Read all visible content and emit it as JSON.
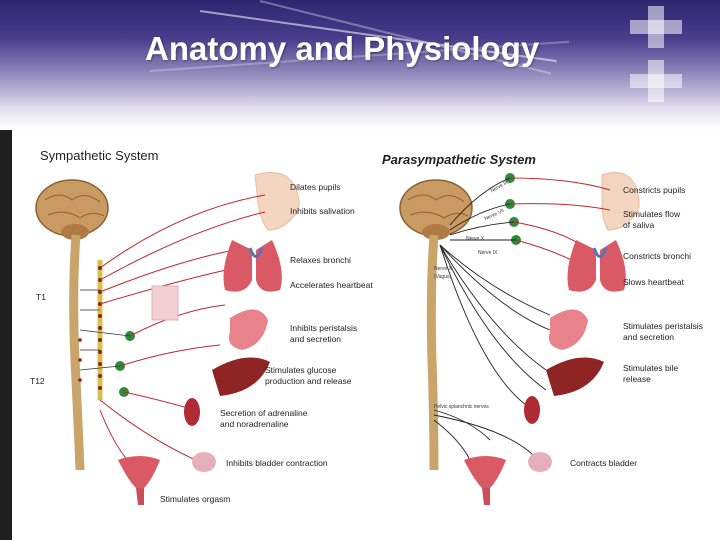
{
  "slide": {
    "title": "Anatomy and Physiology"
  },
  "sympathetic": {
    "title": "Sympathetic System",
    "spine_labels": {
      "t1": "T1",
      "t12": "T12"
    },
    "effects": [
      "Dilates pupils",
      "Inhibits salivation",
      "Relaxes bronchi",
      "Accelerates heartbeat",
      "Inhibits peristalsis",
      "and secretion",
      "Stimulates glucose",
      "production and release",
      "Secretion of adrenaline",
      "and noradrenaline",
      "Inhibits bladder contraction",
      "Stimulates orgasm"
    ]
  },
  "parasympathetic": {
    "title": "Parasympathetic System",
    "nerve_labels": [
      "Nerve III",
      "Nerve VII",
      "Nerve IX",
      "Nerve X",
      "Nerve X",
      "(Vagus)",
      "Pelvic splanchnic nerves"
    ],
    "effects": [
      "Constricts pupils",
      "Stimulates flow",
      "of saliva",
      "Constricts bronchi",
      "Slows heartbeat",
      "Stimulates peristalsis",
      "and secretion",
      "Stimulates bile",
      "release",
      "Contracts bladder"
    ]
  },
  "colors": {
    "nerve_red": "#c0262c",
    "nerve_black": "#222222",
    "ganglion": "#2e8b3a",
    "organ": "#c8414b",
    "brain": "#b88a56"
  }
}
